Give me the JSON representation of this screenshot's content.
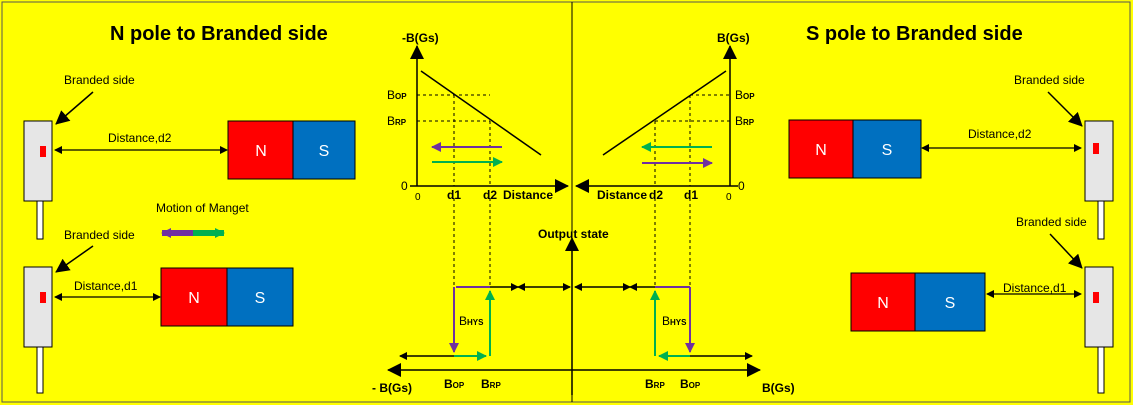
{
  "colors": {
    "background": "#ffff00",
    "n_pole": "#ff0000",
    "s_pole": "#0070c0",
    "arrow_purple": "#7030a0",
    "arrow_green": "#00b050",
    "sensor_body": "#e6e6e6",
    "sensor_mark": "#ff0000"
  },
  "left": {
    "title": "N pole to Branded side",
    "top": {
      "branded_label": "Branded side",
      "distance_label": "Distance,d2",
      "pole_n": "N",
      "pole_s": "S"
    },
    "motion_label": "Motion of Manget",
    "bottom": {
      "branded_label": "Branded side",
      "distance_label": "Distance,d1",
      "pole_n": "N",
      "pole_s": "S"
    }
  },
  "right": {
    "title": "S pole to Branded side",
    "top": {
      "branded_label": "Branded side",
      "distance_label": "Distance,d2",
      "pole_n": "N",
      "pole_s": "S"
    },
    "bottom": {
      "branded_label": "Branded side",
      "distance_label": "Distance,d1",
      "pole_n": "N",
      "pole_s": "S"
    }
  },
  "graph_left": {
    "y_axis": "-B(Gs)",
    "b_op": {
      "main": "B",
      "sub": "OP"
    },
    "b_rp": {
      "main": "B",
      "sub": "RP"
    },
    "zero_y": "0",
    "zero_x": "0",
    "d1": "d1",
    "d2": "d2",
    "distance": "Distance"
  },
  "graph_right": {
    "y_axis": "B(Gs)",
    "b_op": {
      "main": "B",
      "sub": "OP"
    },
    "b_rp": {
      "main": "B",
      "sub": "RP"
    },
    "zero_y": "0",
    "zero_x": "0",
    "d1": "d1",
    "d2": "d2",
    "distance": "Distance"
  },
  "output": {
    "output_state": "Output state",
    "bhys_left": {
      "main": "B",
      "sub": "HYS"
    },
    "bhys_right": {
      "main": "B",
      "sub": "HYS"
    },
    "neg_b_axis": "- B(Gs)",
    "pos_b_axis": "B(Gs)",
    "left_bop": {
      "main": "B",
      "sub": "OP"
    },
    "left_brp": {
      "main": "B",
      "sub": "RP"
    },
    "right_brp": {
      "main": "B",
      "sub": "RP"
    },
    "right_bop": {
      "main": "B",
      "sub": "OP"
    }
  }
}
